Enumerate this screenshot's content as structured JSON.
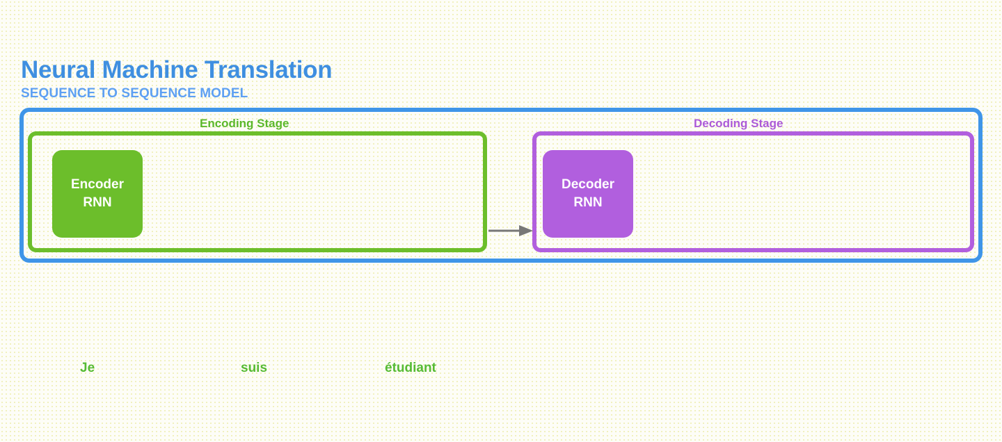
{
  "header": {
    "title": "Neural Machine Translation",
    "subtitle": "SEQUENCE TO SEQUENCE MODEL",
    "title_color": "#3f8fe0",
    "subtitle_color": "#5ea0f2"
  },
  "diagram": {
    "frame_color": "#3f95e8",
    "encoding": {
      "stage_label": "Encoding Stage",
      "color": "#6cbe2b",
      "block": {
        "line1": "Encoder",
        "line2": "RNN"
      }
    },
    "decoding": {
      "stage_label": "Decoding Stage",
      "color": "#b15fde",
      "block": {
        "line1": "Decoder",
        "line2": "RNN"
      }
    },
    "connector": {
      "icon": "arrow-right-icon",
      "color": "#777777"
    }
  },
  "output": {
    "color": "#56bb33",
    "words": [
      {
        "text": "Je"
      },
      {
        "text": "suis"
      },
      {
        "text": "étudiant"
      }
    ]
  }
}
